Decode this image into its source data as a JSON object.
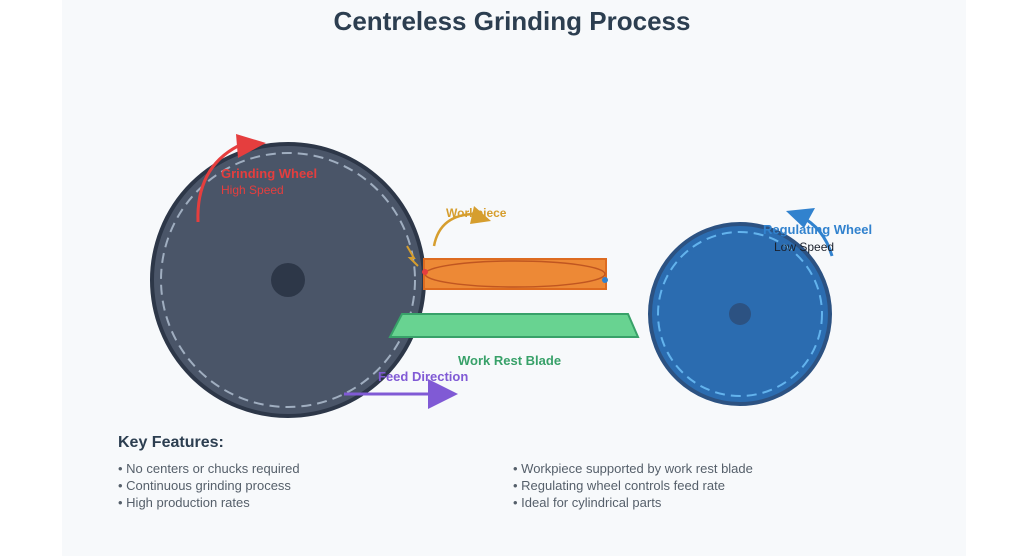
{
  "title": "Centreless Grinding Process",
  "labels": {
    "grinding_wheel": "Grinding Wheel",
    "grinding_speed": "High Speed",
    "workpiece": "Workpiece",
    "regulating_wheel": "Regulating Wheel",
    "regulating_speed": "Low Speed",
    "work_rest_blade": "Work Rest Blade",
    "feed_direction": "Feed Direction"
  },
  "features": {
    "heading": "Key Features:",
    "left": [
      "• No centers or chucks required",
      "• Continuous grinding process",
      "• High production rates"
    ],
    "right": [
      "• Workpiece supported by work rest blade",
      "• Regulating wheel controls feed rate",
      "• Ideal for cylindrical parts"
    ]
  },
  "colors": {
    "grinding_wheel": "#4a5568",
    "regulating_wheel": "#2b6cb0",
    "workpiece": "#ed8936",
    "blade": "#68d391",
    "grinding_label": "#e53e3e",
    "regulating_label": "#3182ce",
    "workpiece_label": "#d69e2e",
    "blade_label": "#38a169",
    "feed_label": "#805ad5"
  }
}
